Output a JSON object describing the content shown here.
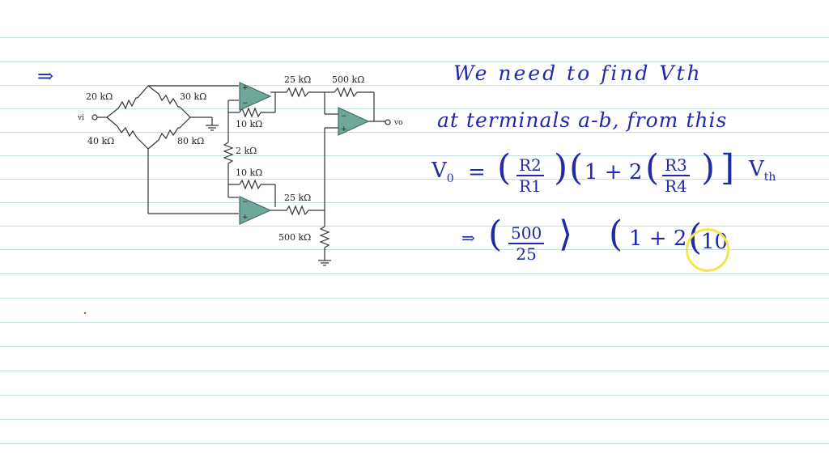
{
  "circuit": {
    "r1": "20 kΩ",
    "r2": "30 kΩ",
    "r3": "40 kΩ",
    "r4": "80 kΩ",
    "r5": "10 kΩ",
    "r6": "2 kΩ",
    "r7": "10 kΩ",
    "r8": "25 kΩ",
    "r9": "500 kΩ",
    "r10": "25 kΩ",
    "r11": "500 kΩ",
    "vi": "vi",
    "vo": "vo",
    "plus": "+",
    "minus": "−"
  },
  "notes": {
    "arrow": "⇒",
    "line1": "We need to find Vth",
    "line2": "at terminals a-b, from this",
    "eq1_lhs": "V",
    "eq1_lhs_sub": "0",
    "eq1_eq": "=",
    "eq1_r2": "R2",
    "eq1_r1": "R1",
    "eq1_mid": "1 + 2",
    "eq1_r3": "R3",
    "eq1_r4": "R4",
    "eq1_vth": "V",
    "eq1_vth_sub": "th",
    "eq2_arrow": "⇒",
    "eq2_num": "500",
    "eq2_den": "25",
    "eq2_tail": "1 + 2",
    "eq2_partial": "10"
  },
  "colors": {
    "ink": "#1f2aa8",
    "rule_lines": "#c5e1df",
    "opamp_fill": "#6fa79b",
    "highlight": "#f3e64a"
  }
}
